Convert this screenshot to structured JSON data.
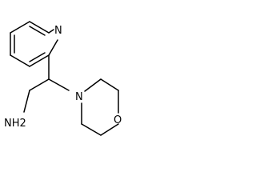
{
  "molecule": {
    "atom_labels": {
      "pyridine_nitrogen": "N",
      "morpholine_nitrogen": "N",
      "morpholine_oxygen": "O",
      "amine": "NH2"
    }
  }
}
